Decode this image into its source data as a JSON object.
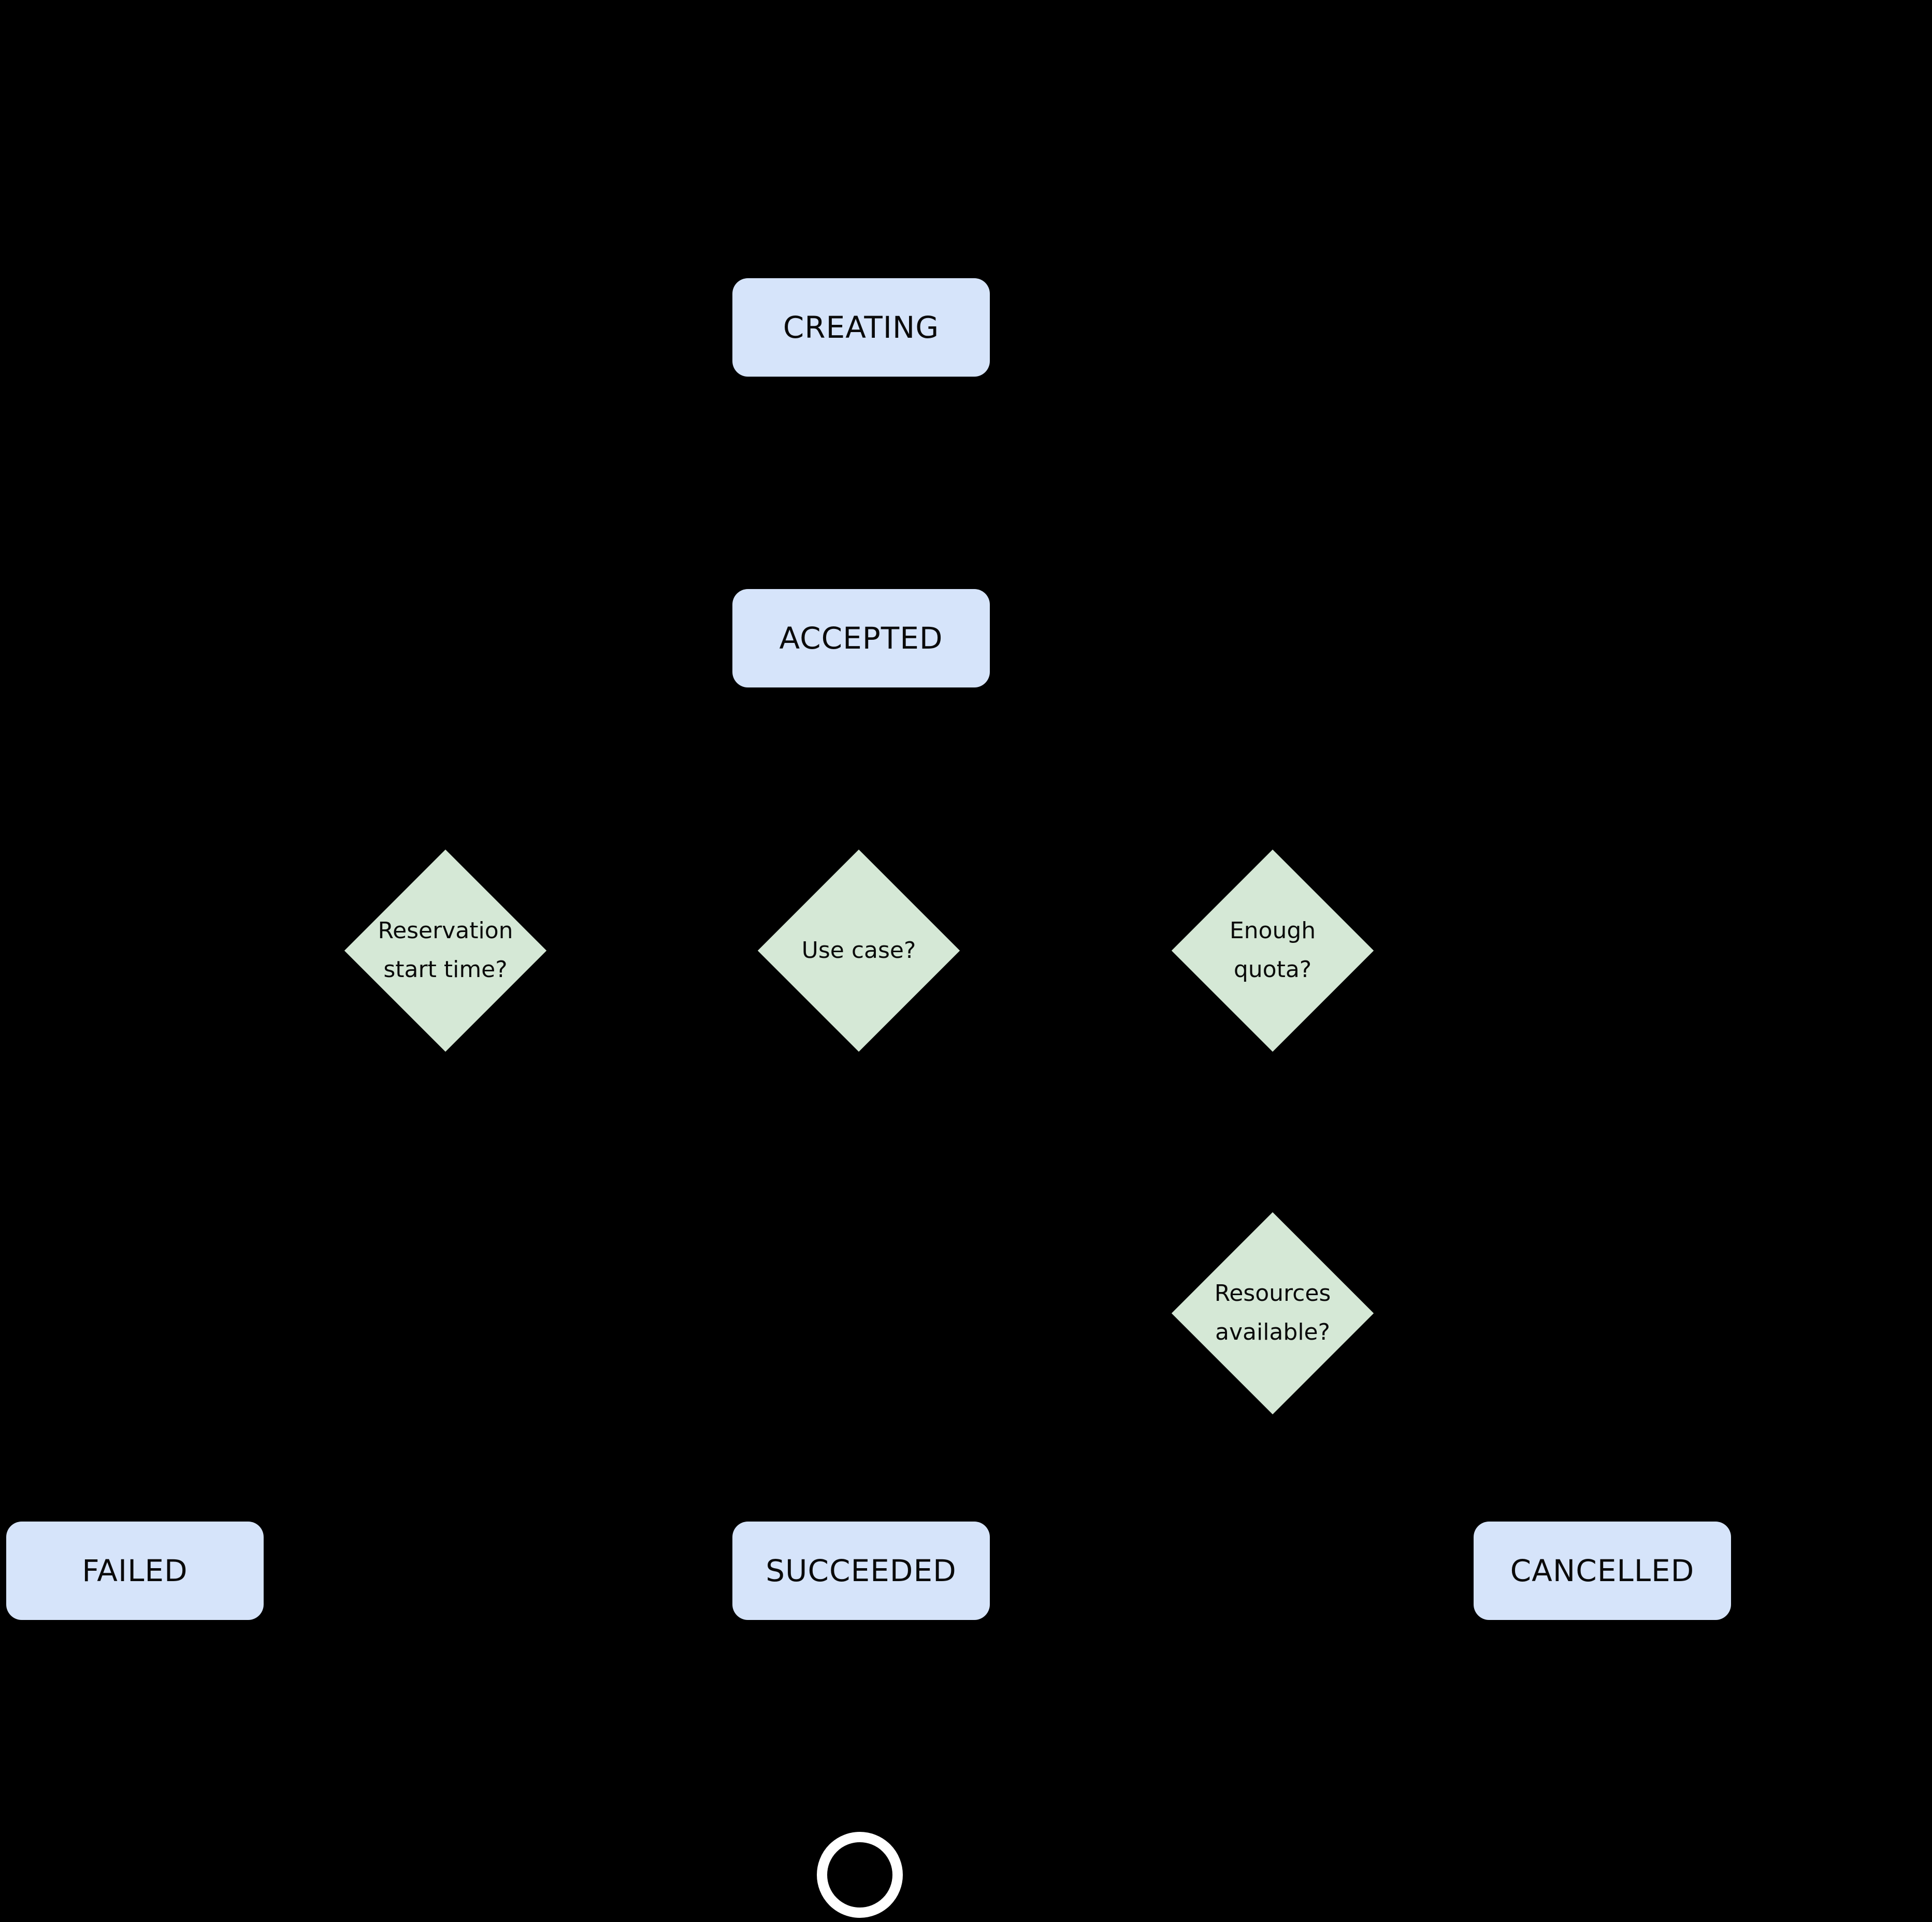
{
  "diagram": {
    "type": "state-flowchart",
    "background": "#000000"
  },
  "palette": {
    "state_box_fill": "#d6e4fa",
    "decision_diamond_fill": "#d5e8d6",
    "text_color": "#0a0a0a",
    "end_state_ring": "#ffffff"
  },
  "states": [
    {
      "id": "creating",
      "label": "CREATING"
    },
    {
      "id": "accepted",
      "label": "ACCEPTED"
    },
    {
      "id": "failed",
      "label": "FAILED"
    },
    {
      "id": "succeeded",
      "label": "SUCCEEDED"
    },
    {
      "id": "cancelled",
      "label": "CANCELLED"
    }
  ],
  "decisions": [
    {
      "id": "reservation-start-time",
      "label": "Reservation\nstart time?"
    },
    {
      "id": "use-case",
      "label": "Use case?"
    },
    {
      "id": "enough-quota",
      "label": "Enough\nquota?"
    },
    {
      "id": "resources-available",
      "label": "Resources\navailable?"
    }
  ],
  "terminal": {
    "id": "end",
    "shape": "circle"
  }
}
